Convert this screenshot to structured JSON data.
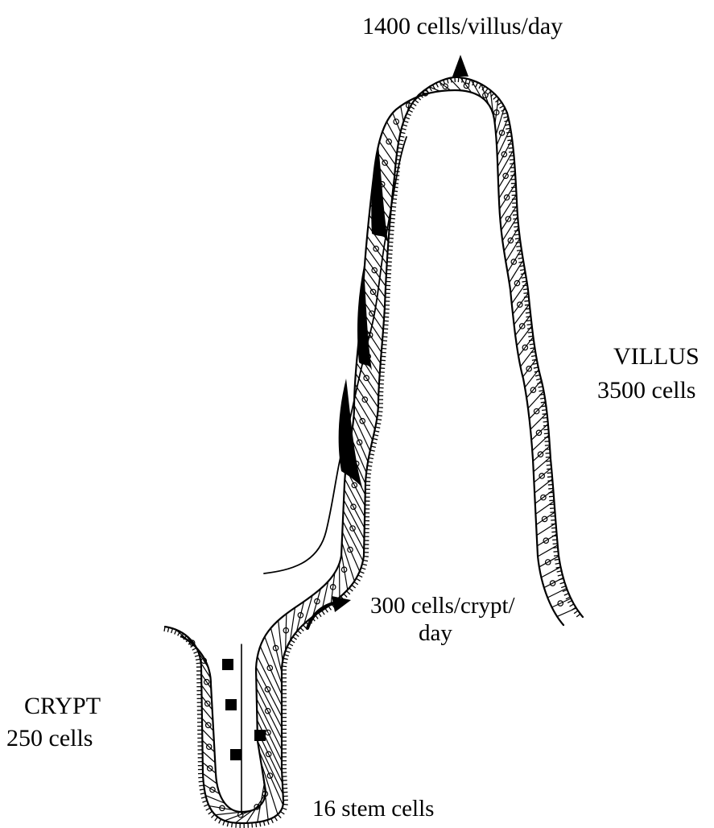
{
  "labels": {
    "top_flux": "1400 cells/villus/day",
    "villus_title": "VILLUS",
    "villus_count": "3500 cells",
    "crypt_flux_line1": "300 cells/crypt/",
    "crypt_flux_line2": "day",
    "crypt_title": "CRYPT",
    "crypt_count": "250 cells",
    "stem_count": "16 stem cells"
  },
  "colors": {
    "ink": "#000000",
    "background": "#ffffff"
  }
}
